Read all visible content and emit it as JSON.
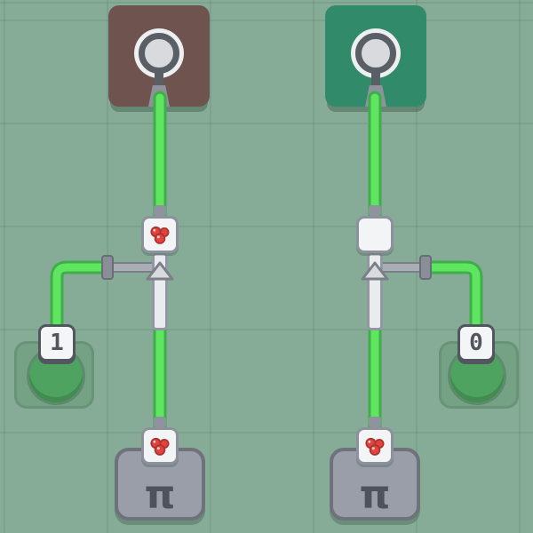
{
  "board": {
    "grid_cols": 5,
    "grid_rows": 5,
    "background_color": "#86ab96",
    "wire_color": "#60e561"
  },
  "icons": {
    "goal_socket": "ring-plug socket with stem",
    "cherries": "three red berries cluster",
    "valve_arrow": "triangle pointing up",
    "button": "green round push-button"
  },
  "colors": {
    "goal_left_block": "#6e534e",
    "goal_right_block": "#318a6a",
    "wire_inner": "#60e561",
    "wire_outline": "#3eae4b",
    "berry_red": "#e5423e",
    "button_green": "#4da35f",
    "module_gray": "#999ea8",
    "node_white": "#f2f4f6"
  },
  "scene": {
    "columns": [
      {
        "side": "left",
        "goal_block": {
          "color": "#6e534e",
          "icon": "goal-socket"
        },
        "filter_node": {
          "icon": "cherries"
        },
        "valve": {
          "arrow_direction": "up",
          "port_side": "left"
        },
        "input_key": {
          "label": "1"
        },
        "source_block": {
          "symbol": "π",
          "icon": "cherries"
        }
      },
      {
        "side": "right",
        "goal_block": {
          "color": "#318a6a",
          "icon": "goal-socket"
        },
        "filter_node": {
          "icon": "none"
        },
        "valve": {
          "arrow_direction": "up",
          "port_side": "right"
        },
        "input_key": {
          "label": "0"
        },
        "source_block": {
          "symbol": "π",
          "icon": "cherries"
        }
      }
    ]
  }
}
